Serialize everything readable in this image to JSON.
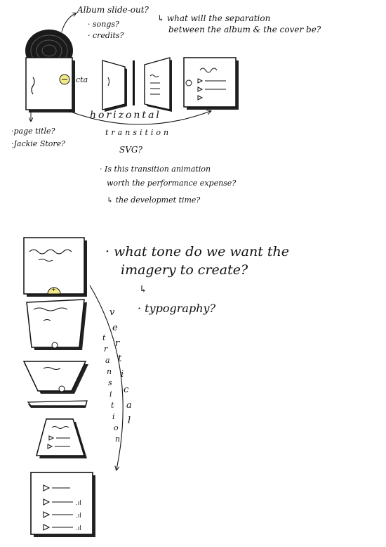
{
  "top_sketch": {
    "cta_label": "cta",
    "album_question": "Album slide-out?",
    "album_sub_1": "· songs?",
    "album_sub_2": "· credits?",
    "separation_q_line1": "↳ what will the separation",
    "separation_q_line2": "between the album & the cover be?",
    "page_title_note": "·page title?",
    "store_note": "·Jackie Store?",
    "horizontal_word": "horizontal",
    "transition_word": "transition",
    "svg_note": "SVG?",
    "perf_line1": "· Is this transition animation",
    "perf_line2": "worth the performance expense?",
    "dev_time_note": "↳ the developmet time?"
  },
  "bottom_sketch": {
    "vertical_letters": [
      "v",
      "e",
      "r",
      "t",
      "i",
      "c",
      "a",
      "l"
    ],
    "transition_letters": [
      "t",
      "r",
      "a",
      "n",
      "s",
      "i",
      "t",
      "i",
      "o",
      "n"
    ],
    "tone_line1": "· what tone do we want the",
    "tone_line2": "imagery to create?",
    "arrow_note": "↳",
    "typography_note": "· typography?"
  },
  "colors": {
    "ink": "#111111",
    "yellow_accent": "#f2ea8a",
    "shadow": "#222222"
  }
}
